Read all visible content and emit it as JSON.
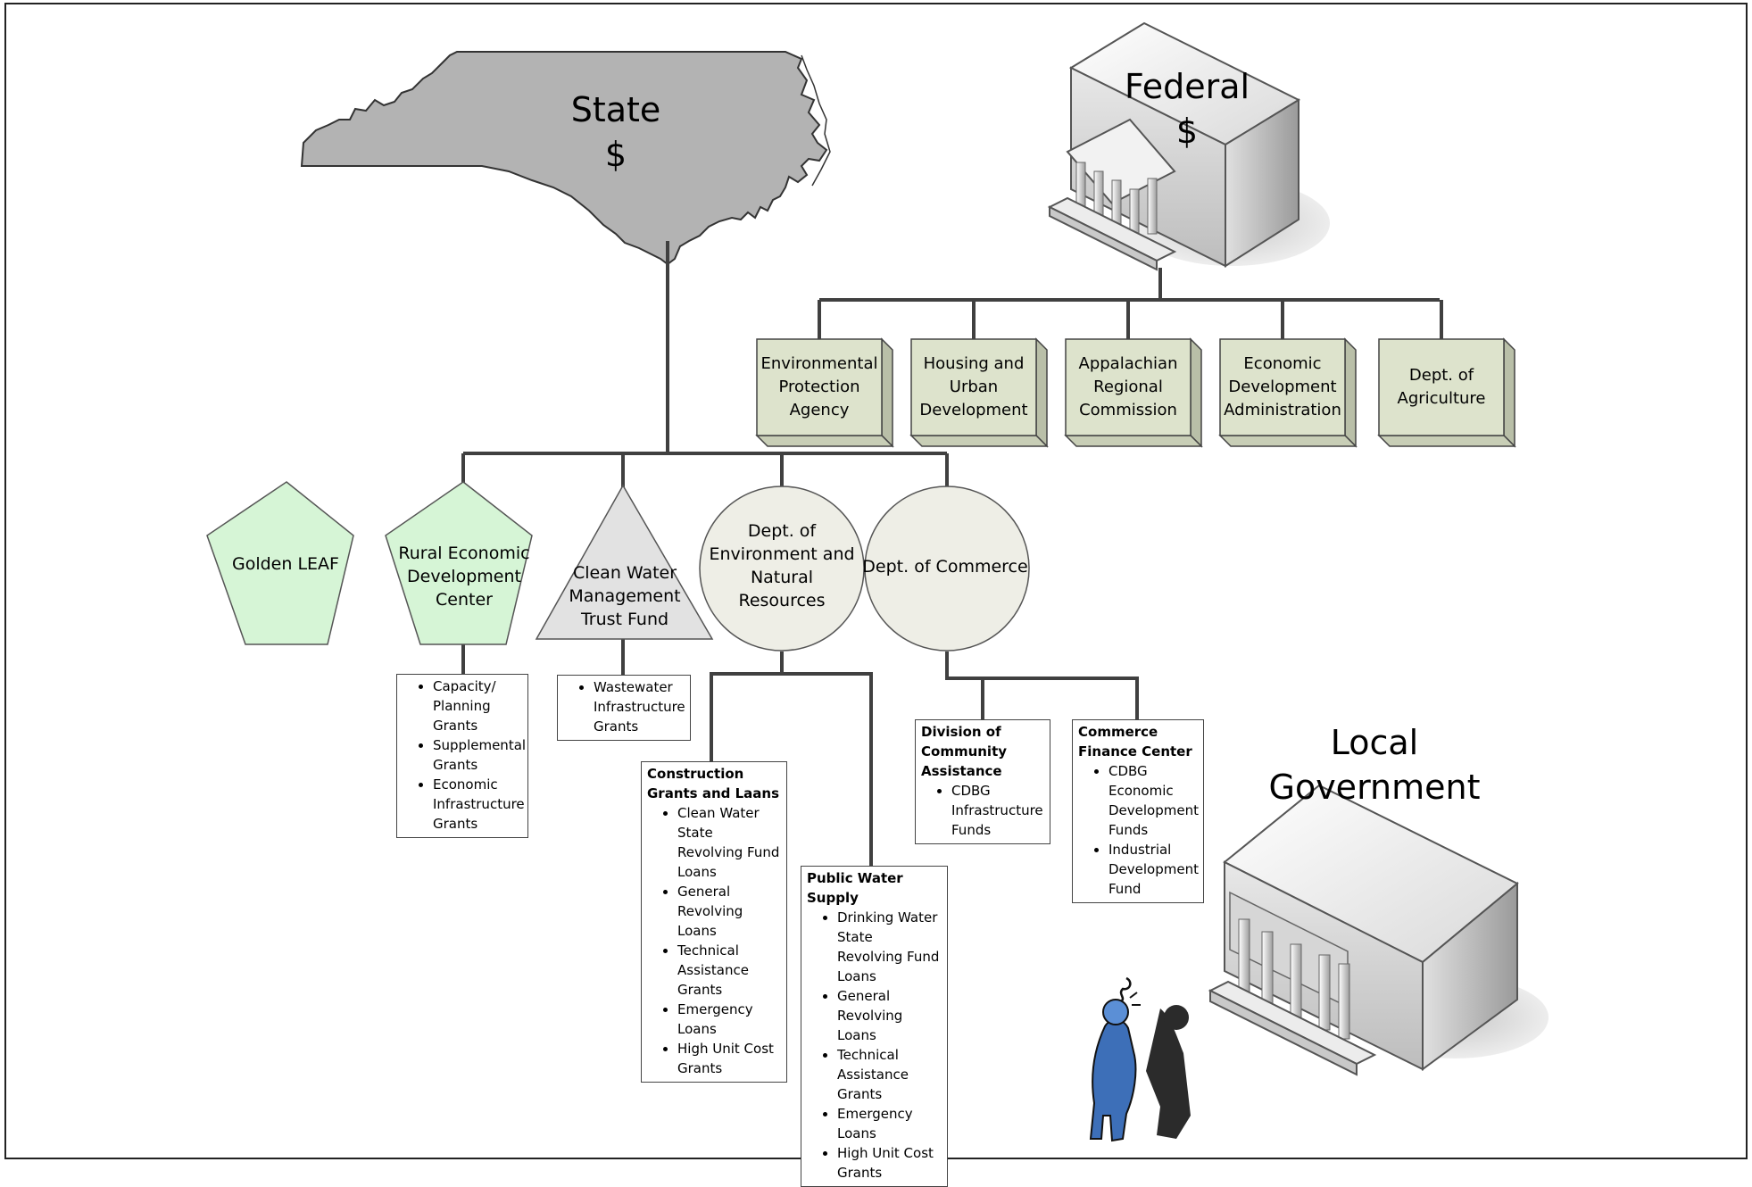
{
  "state": {
    "title": "State",
    "symbol": "$"
  },
  "federal": {
    "title": "Federal",
    "symbol": "$"
  },
  "local": {
    "title": "Local Government"
  },
  "federal_agencies": [
    "Environmental Protection Agency",
    "Housing and Urban Development",
    "Appalachian Regional Commission",
    "Economic Development Administration",
    "Dept. of Agriculture"
  ],
  "state_entities": {
    "golden_leaf": "Golden LEAF",
    "rural_center": "Rural Economic Development Center",
    "clean_water": "Clean Water Management Trust Fund",
    "denr": "Dept. of Environment and Natural Resources",
    "commerce": "Dept. of Commerce"
  },
  "boxes": {
    "rural_center": {
      "items": [
        "Capacity/ Planning Grants",
        "Supplemental Grants",
        "Economic Infrastructure Grants"
      ]
    },
    "clean_water": {
      "items": [
        "Wastewater Infrastructure Grants"
      ]
    },
    "construction": {
      "title": "Construction Grants and Laans",
      "items": [
        "Clean Water State Revolving Fund Loans",
        "General Revolving Loans",
        "Technical Assistance Grants",
        "Emergency Loans",
        "High Unit Cost Grants"
      ]
    },
    "public_water": {
      "title": "Public Water Supply",
      "items": [
        "Drinking Water State Revolving Fund Loans",
        "General Revolving Loans",
        "Technical Assistance Grants",
        "Emergency Loans",
        "High Unit Cost Grants"
      ]
    },
    "community": {
      "title": "Division of Community Assistance",
      "items": [
        "CDBG Infrastructure Funds"
      ]
    },
    "finance": {
      "title": "Commerce Finance Center",
      "items": [
        "CDBG Economic Development Funds",
        "Industrial Development Fund"
      ]
    }
  },
  "colors": {
    "state_fill": "#b3b3b3",
    "agency_fill": "#dde3cc",
    "pentagon_fill": "#d6f5d6",
    "circle_fill": "#eeeee6",
    "triangle_fill": "#e2e2e2",
    "connector": "#404040"
  }
}
